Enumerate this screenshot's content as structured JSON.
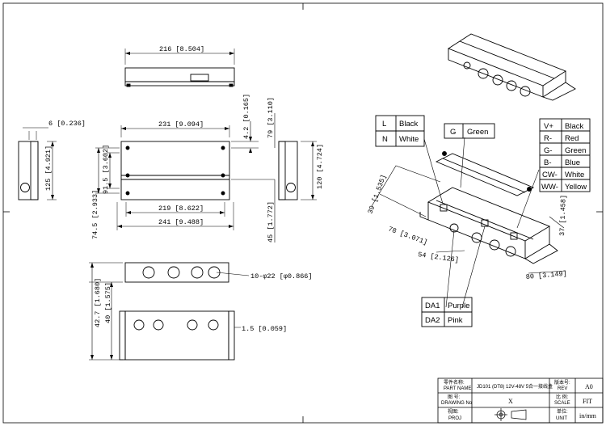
{
  "drawing": {
    "dims": {
      "top_width": "216 [8.504]",
      "front_width": "231 [9.094]",
      "inner_width": "219 [8.622]",
      "total_width": "241 [9.488]",
      "left_offset": "6 [0.236]",
      "side_height": "125 [4.921]",
      "plate_h": "91.5 [3.602]",
      "mount_h": "74.5 [2.933]",
      "top_gap": "4.2 [0.165]",
      "right_h": "79 [3.110]",
      "lower_h": "45 [1.772]",
      "right_side_h": "120 [4.724]",
      "bottom_h1": "42.7 [1.680]",
      "bottom_h2": "40 [1.575]",
      "hole_dia": "10-φ22 [φ0.866]",
      "wall": "1.5 [0.059]",
      "iso_h": "39 [1.535]",
      "iso_78": "78 [3.071]",
      "iso_54": "54 [2.126]",
      "iso_80": "80 [3.149]",
      "iso_37": "37 [1.458]"
    },
    "wires": {
      "ln": [
        {
          "code": "L",
          "color": "Black"
        },
        {
          "code": "N",
          "color": "White"
        }
      ],
      "g": {
        "code": "G",
        "color": "Green"
      },
      "rgb": [
        {
          "code": "V+",
          "color": "Black"
        },
        {
          "code": "R-",
          "color": "Red"
        },
        {
          "code": "G-",
          "color": "Green"
        },
        {
          "code": "B-",
          "color": "Blue"
        },
        {
          "code": "CW-",
          "color": "White"
        },
        {
          "code": "WW-",
          "color": "Yellow"
        }
      ],
      "da": [
        {
          "code": "DA1",
          "color": "Purple"
        },
        {
          "code": "DA2",
          "color": "Pink"
        }
      ]
    },
    "title_block": {
      "part_name_cn": "零件名称:",
      "part_name_en": "PART NAME",
      "part_name_value": "JD101 (DT8) 12V-48V 5合一接线盒",
      "rev_cn": "版本号:",
      "rev_en": "REV",
      "rev_value": "A0",
      "drawing_cn": "图 号:",
      "drawing_en": "DRAWING No",
      "drawing_value": "X",
      "scale_cn": "比 例:",
      "scale_en": "SCALE",
      "scale_value": "FIT",
      "proj_cn": "视图:",
      "proj_en": "PROJ",
      "unit_cn": "单位:",
      "unit_en": "UNIT",
      "unit_value": "in/mm"
    }
  }
}
